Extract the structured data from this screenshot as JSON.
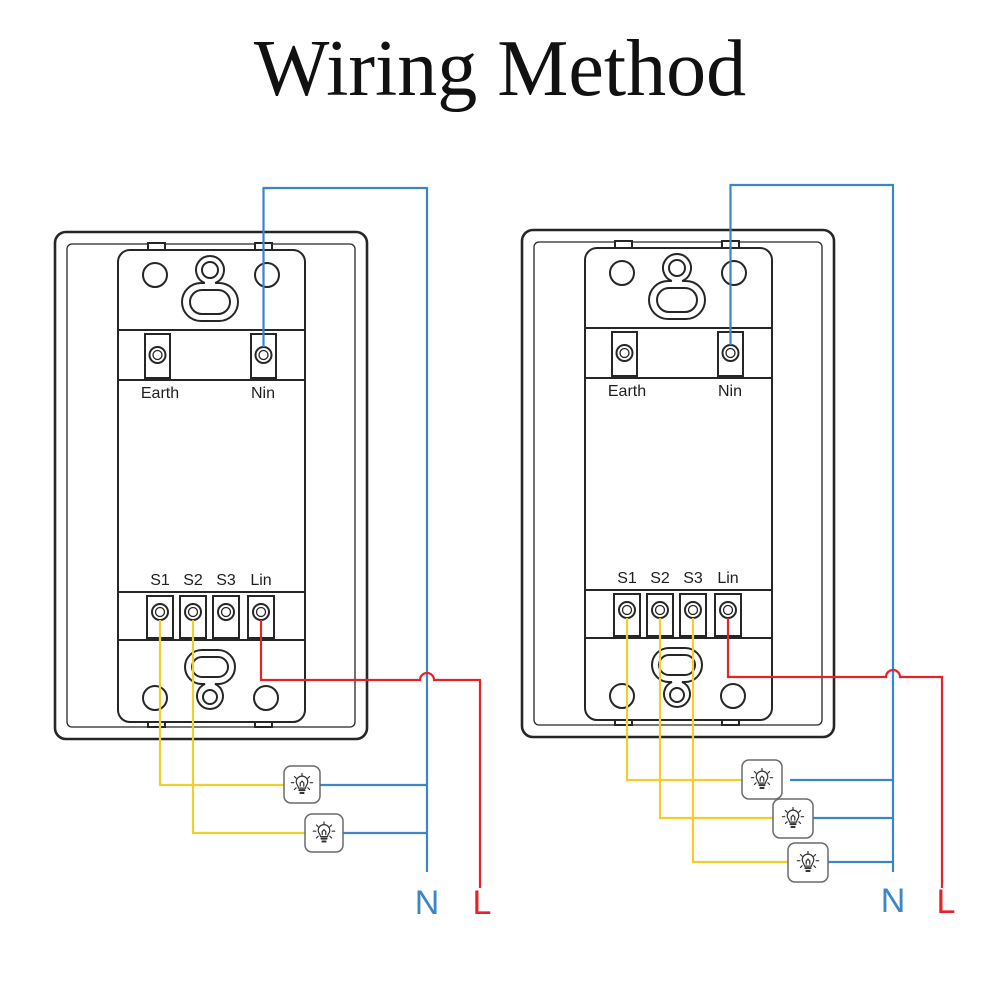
{
  "title": "Wiring Method",
  "colors": {
    "neutral": "#3a86c8",
    "live": "#e2232a",
    "switched": "#f2cd2b"
  },
  "lamp_icon": "light-bulb-icon",
  "diagrams": [
    {
      "top_terminals": {
        "earth": "Earth",
        "neutral": "Nin"
      },
      "bottom_terminals": {
        "s1": "S1",
        "s2": "S2",
        "s3": "S3",
        "live": "Lin"
      },
      "supply": {
        "neutral": "N",
        "live": "L"
      }
    },
    {
      "top_terminals": {
        "earth": "Earth",
        "neutral": "Nin"
      },
      "bottom_terminals": {
        "s1": "S1",
        "s2": "S2",
        "s3": "S3",
        "live": "Lin"
      },
      "supply": {
        "neutral": "N",
        "live": "L"
      }
    }
  ]
}
